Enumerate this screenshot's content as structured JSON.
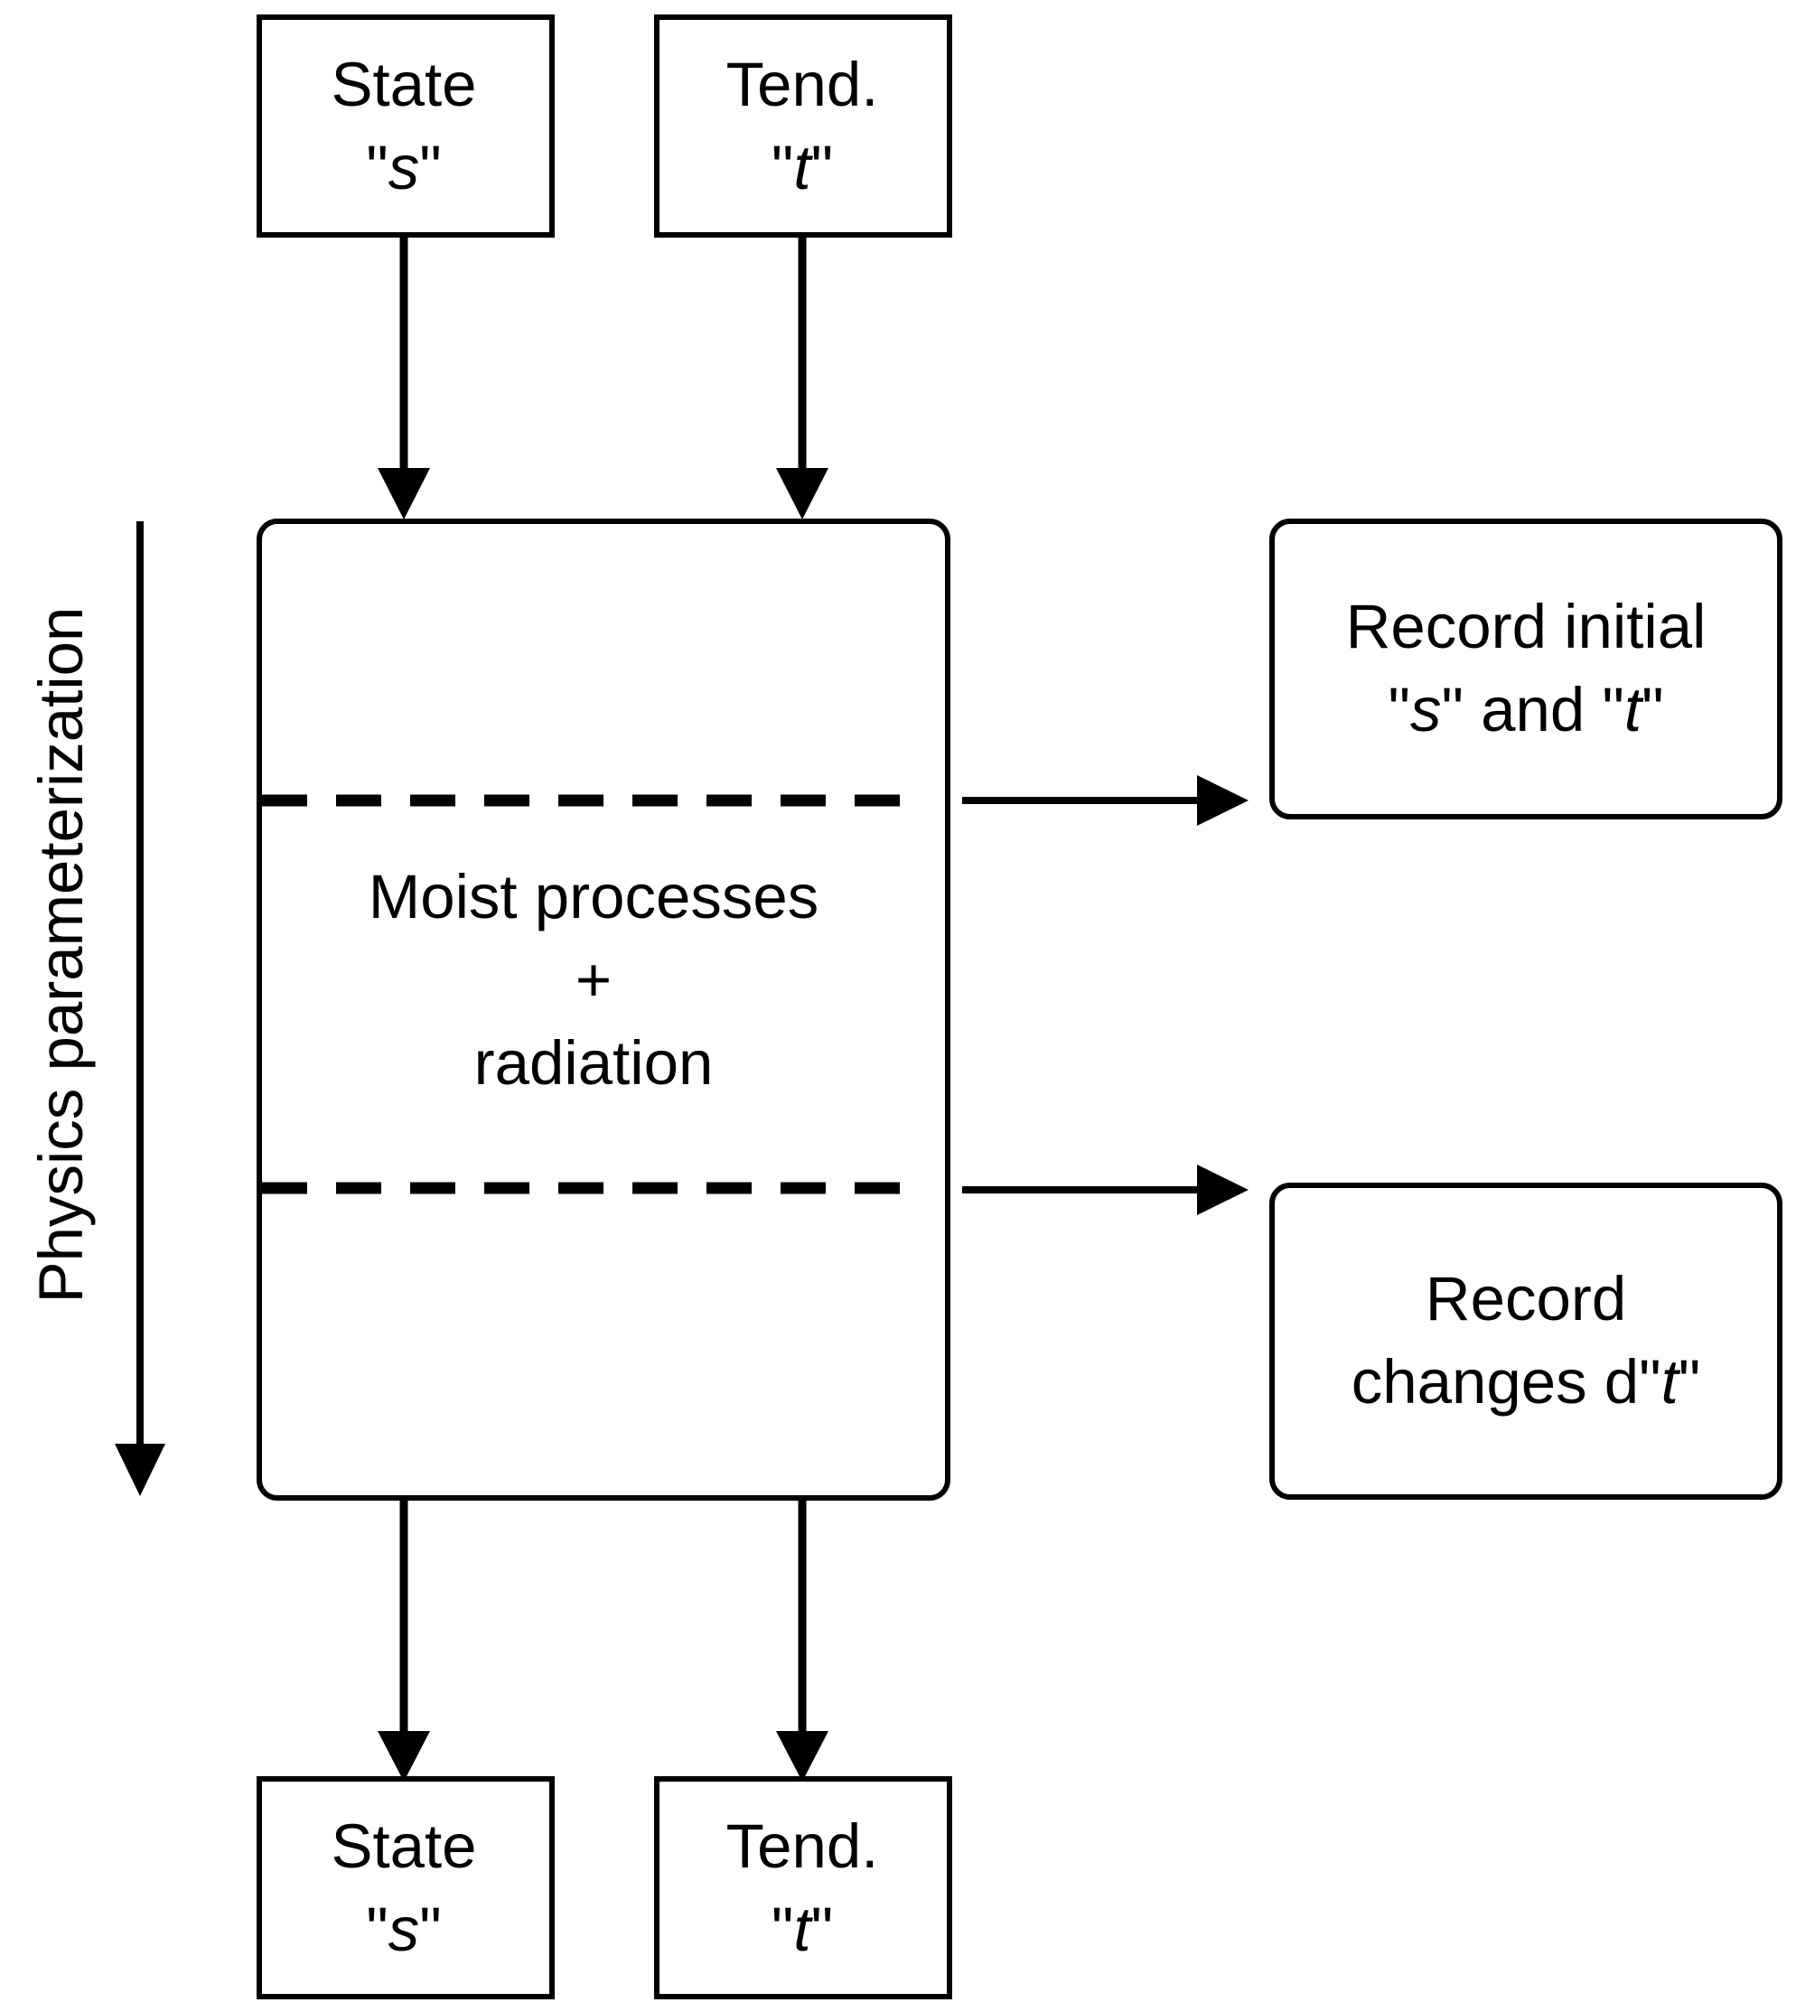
{
  "inputs": {
    "state": {
      "title": "State",
      "open": "\"",
      "var": "s",
      "close": "\""
    },
    "tend": {
      "title": "Tend.",
      "open": "\"",
      "var": "t",
      "close": "\""
    }
  },
  "outputs": {
    "state": {
      "title": "State",
      "open": "\"",
      "var": "s",
      "close": "\""
    },
    "tend": {
      "title": "Tend.",
      "open": "\"",
      "var": "t",
      "close": "\""
    }
  },
  "main_box": {
    "line1": "Moist processes",
    "line2": "+",
    "line3": "radiation"
  },
  "record_initial": {
    "line1": "Record initial",
    "p1": "\"",
    "v1": "s",
    "p2": "\" and \"",
    "v2": "t",
    "p3": "\""
  },
  "record_changes": {
    "line1": "Record",
    "p1": "changes d\"",
    "v1": "t",
    "p2": "\""
  },
  "side_label": "Physics parameterization",
  "colors": {
    "stroke": "#000000",
    "background": "#ffffff"
  }
}
